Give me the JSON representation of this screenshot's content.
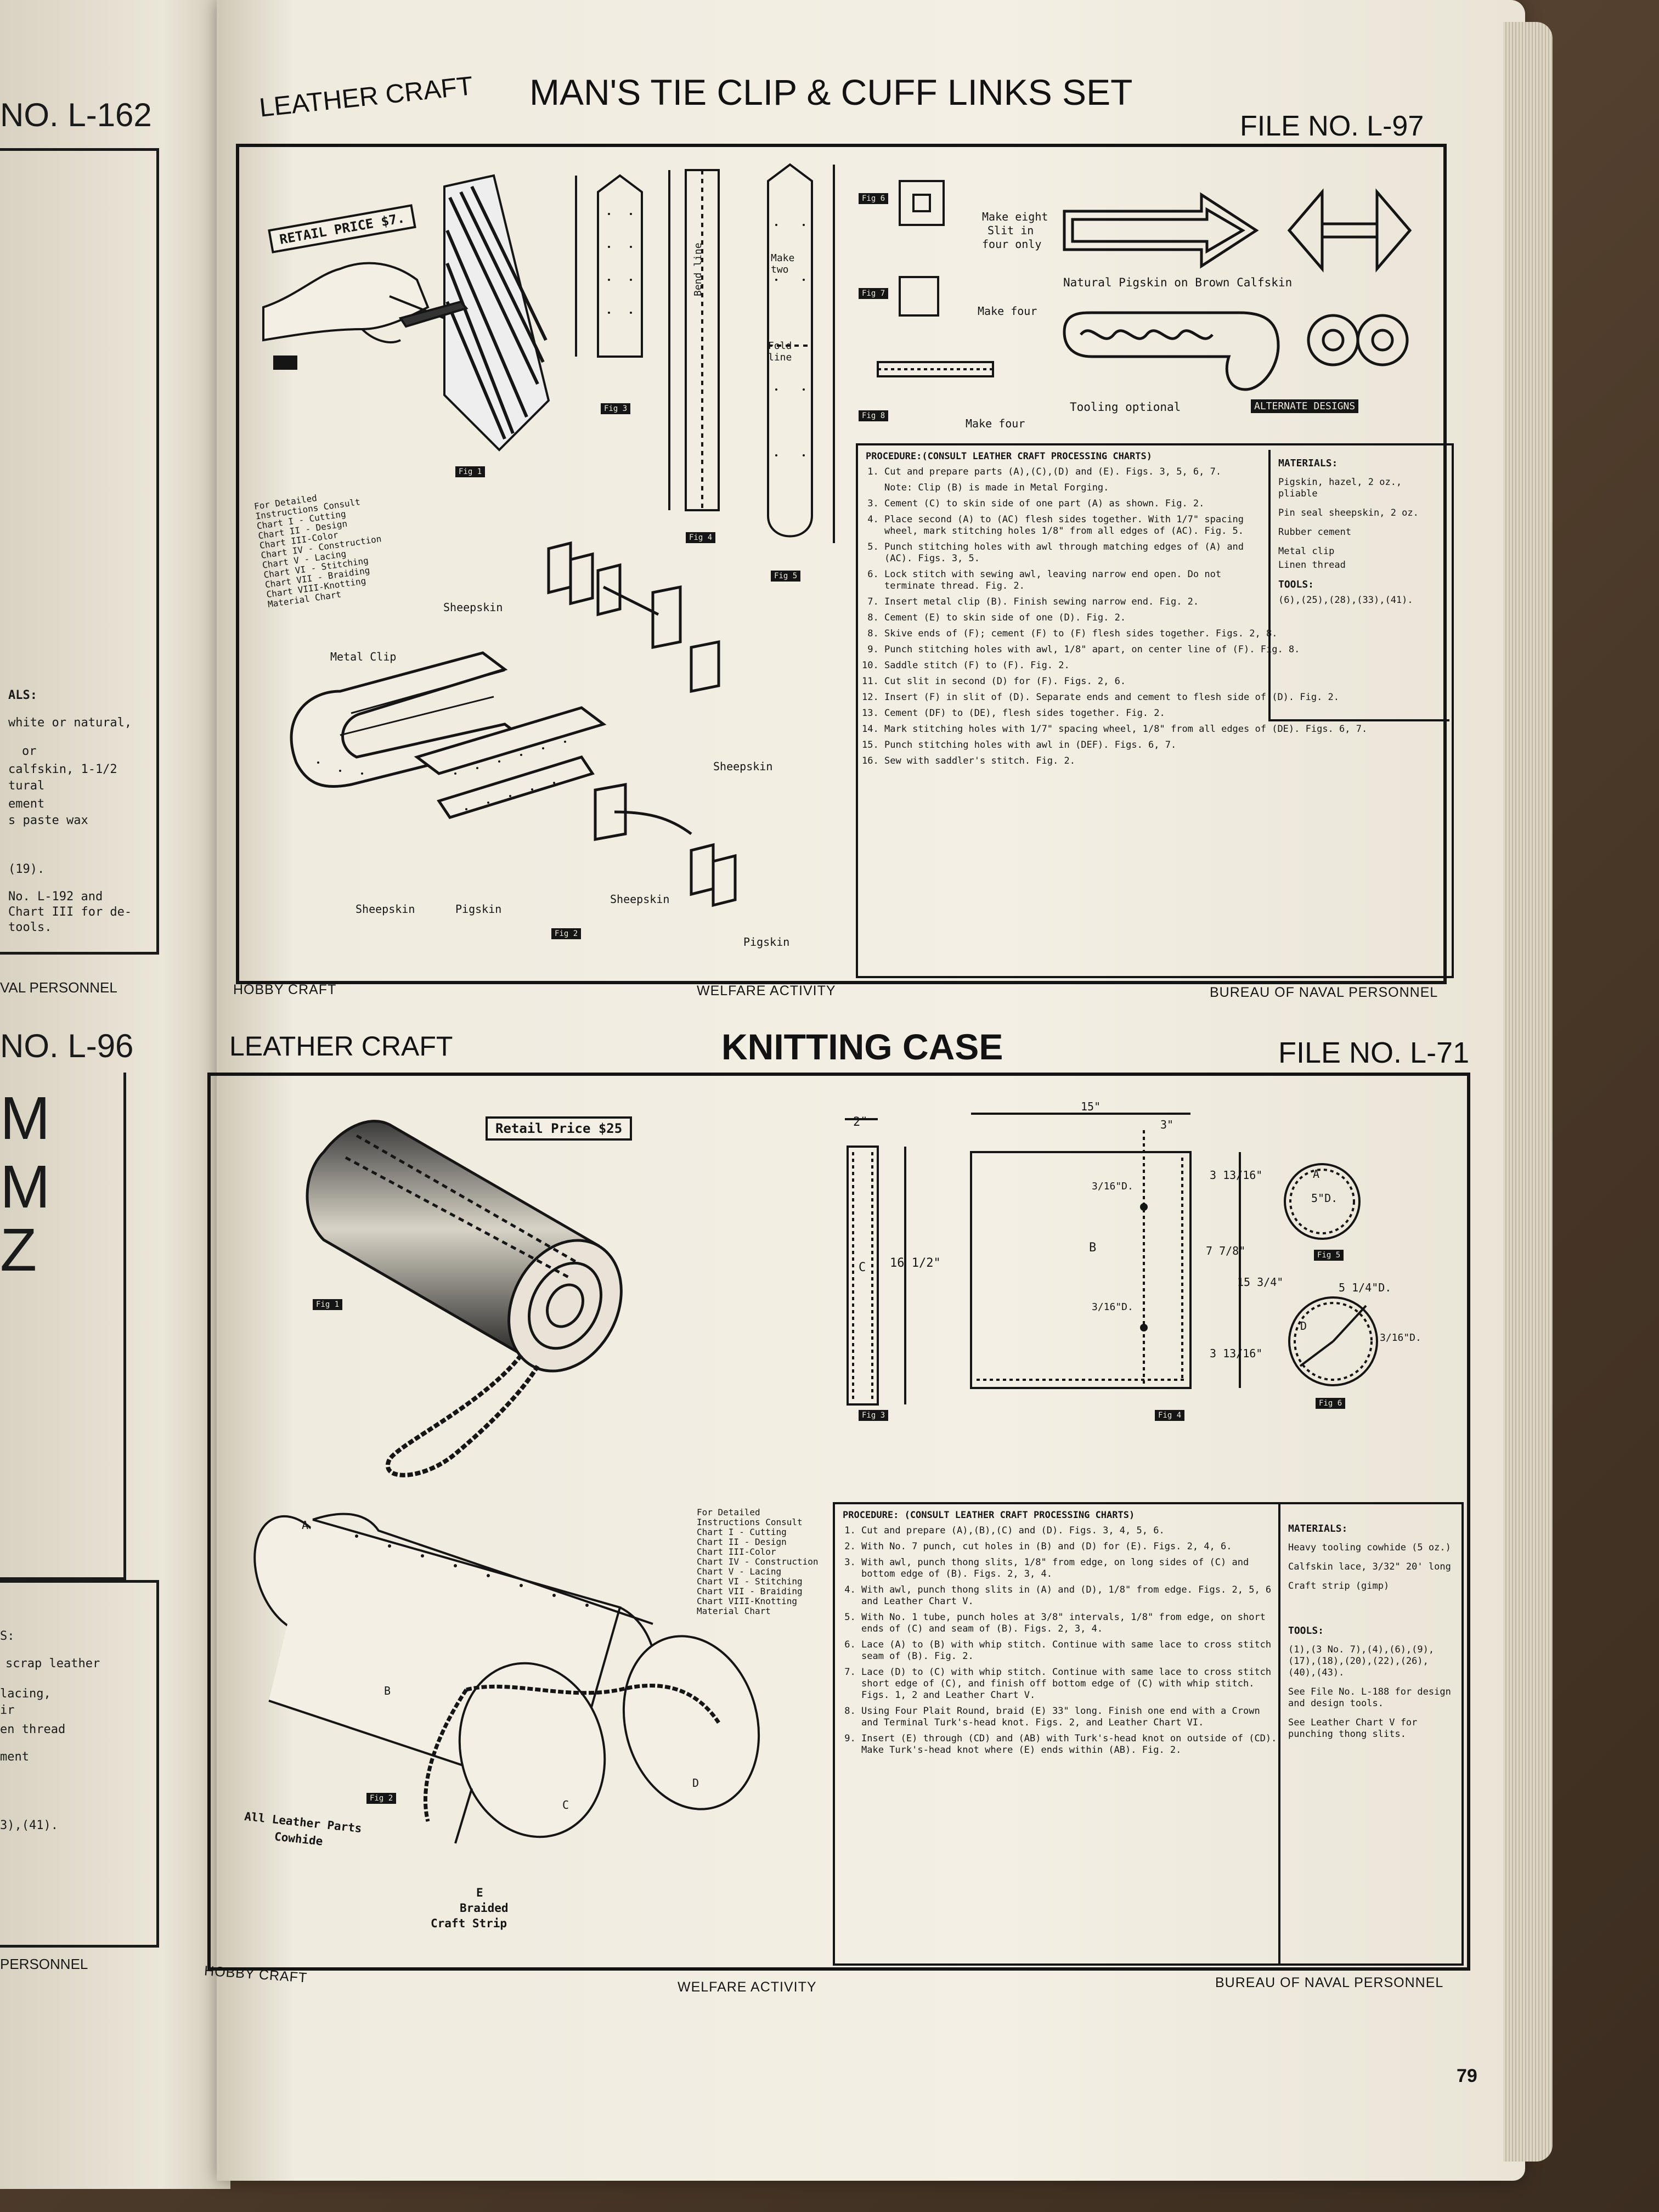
{
  "left_page": {
    "top_file": "NO. L-162",
    "mid_file": "NO. L-96",
    "footer_top": "VAL PERSONNEL",
    "footer_bottom": "PERSONNEL",
    "materials_header": "ALS:",
    "materials_lines": [
      "white or natural,",
      "or",
      "calfskin, 1-1/2",
      "tural",
      "ement",
      "s paste wax",
      "(19).",
      "No. L-192 and",
      "Chart III for de-",
      "tools."
    ],
    "lower_lines": [
      "S:",
      "scrap leather",
      "lacing,",
      "ir",
      "en thread",
      "ment",
      "3),(41)."
    ],
    "letters": [
      "M",
      "M",
      "Z"
    ]
  },
  "top_sheet": {
    "category": "LEATHER CRAFT",
    "title": "MAN'S TIE CLIP & CUFF LINKS SET",
    "file_no": "FILE NO. L-97",
    "retail_price": "RETAIL PRICE $7.",
    "detail_note": [
      "For Detailed",
      "Instructions Consult",
      "Chart I - Cutting",
      "Chart II - Design",
      "Chart III-Color",
      "Chart IV - Construction",
      "Chart V - Lacing",
      "Chart VI - Stitching",
      "Chart VII - Braiding",
      "Chart VIII-Knotting",
      "Material Chart"
    ],
    "labels": {
      "make_two": "Make two",
      "fold_line": "Fold line",
      "bend_line": "Bend line",
      "make_eight": "Make eight",
      "slit_in": "Slit in",
      "four_only": "four only",
      "make_four_e": "Make four",
      "make_four_f": "Make four",
      "natural_pigskin": "Natural Pigskin on Brown Calfskin",
      "tooling_optional": "Tooling optional",
      "alternate_designs": "ALTERNATE DESIGNS",
      "sheepskin_a": "Sheepskin",
      "metal_clip": "Metal Clip",
      "sheepskin_bottom": "Sheepskin",
      "pigskin_c": "Pigskin",
      "sheepskin_f": "Sheepskin",
      "pigskin_e": "Pigskin",
      "sheepskin_d": "Sheepskin"
    },
    "fig_labels": [
      "Fig 1",
      "Fig 2",
      "Fig 3",
      "Fig 4",
      "Fig 5",
      "Fig 6",
      "Fig 7",
      "Fig 8"
    ],
    "procedure_header": "PROCEDURE:(CONSULT LEATHER CRAFT PROCESSING CHARTS)",
    "procedure": [
      "Cut and prepare parts (A),(C),(D) and (E). Figs. 3, 5, 6, 7.",
      "Note: Clip (B) is made in Metal Forging.",
      "Cement (C) to skin side of one part (A) as shown. Fig. 2.",
      "Place second (A) to (AC) flesh sides together. With 1/7\" spacing wheel, mark stitching holes 1/8\" from all edges of (AC). Fig. 5.",
      "Punch stitching holes with awl through matching edges of (A) and (AC). Figs. 3, 5.",
      "Lock stitch with sewing awl, leaving narrow end open. Do not terminate thread. Fig. 2.",
      "Insert metal clip (B). Finish sewing narrow end. Fig. 2.",
      "Cement (E) to skin side of one (D). Fig. 2.",
      "Skive ends of (F); cement (F) to (F) flesh sides together. Figs. 2, 8.",
      "Punch stitching holes with awl, 1/8\" apart, on center line of (F). Fig. 8.",
      "Saddle stitch (F) to (F). Fig. 2.",
      "Cut slit in second (D) for (F). Figs. 2, 6.",
      "Insert (F) in slit of (D). Separate ends and cement to flesh side of (D). Fig. 2.",
      "Cement (DF) to (DE), flesh sides together. Fig. 2.",
      "Mark stitching holes with 1/7\" spacing wheel, 1/8\" from all edges of (DE). Figs. 6, 7.",
      "Punch stitching holes with awl in (DEF). Figs. 6, 7.",
      "Sew with saddler's stitch. Fig. 2."
    ],
    "materials_header": "MATERIALS:",
    "materials": [
      "Pigskin, hazel, 2 oz., pliable",
      "Pin seal sheepskin, 2 oz.",
      "Rubber cement",
      "Metal clip",
      "Linen thread"
    ],
    "tools_header": "TOOLS:",
    "tools": "(6),(25),(28),(33),(41).",
    "footer_left": "HOBBY CRAFT",
    "footer_center": "WELFARE ACTIVITY",
    "footer_right": "BUREAU OF NAVAL PERSONNEL"
  },
  "bottom_sheet": {
    "category": "LEATHER CRAFT",
    "title": "KNITTING CASE",
    "file_no": "FILE NO. L-71",
    "retail_price": "Retail Price $25",
    "detail_note": [
      "For Detailed",
      "Instructions Consult",
      "Chart I - Cutting",
      "Chart II - Design",
      "Chart III-Color",
      "Chart IV - Construction",
      "Chart V - Lacing",
      "Chart VI - Stitching",
      "Chart VII - Braiding",
      "Chart VIII-Knotting",
      "Material Chart"
    ],
    "labels": {
      "all_leather": "All Leather Parts",
      "cowhide": "Cowhide",
      "braided": "Braided",
      "craft_strip": "Craft Strip"
    },
    "fig_labels": [
      "Fig 1",
      "Fig 2",
      "Fig 3",
      "Fig 4",
      "Fig 5",
      "Fig 6"
    ],
    "procedure_header": "PROCEDURE: (CONSULT LEATHER CRAFT PROCESSING CHARTS)",
    "procedure": [
      "Cut and prepare (A),(B),(C) and (D). Figs. 3, 4, 5, 6.",
      "With No. 7 punch, cut holes in (B) and (D) for (E). Figs. 2, 4, 6.",
      "With awl, punch thong slits, 1/8\" from edge, on long sides of (C) and bottom edge of (B). Figs. 2, 3, 4.",
      "With awl, punch thong slits in (A) and (D), 1/8\" from edge. Figs. 2, 5, 6 and Leather Chart V.",
      "With No. 1 tube, punch holes at 3/8\" intervals, 1/8\" from edge, on short ends of (C) and seam of (B). Figs. 2, 3, 4.",
      "Lace (A) to (B) with whip stitch. Continue with same lace to cross stitch seam of (B). Fig. 2.",
      "Lace (D) to (C) with whip stitch. Continue with same lace to cross stitch short edge of (C), and finish off bottom edge of (C) with whip stitch. Figs. 1, 2 and Leather Chart V.",
      "Using Four Plait Round, braid (E) 33\" long. Finish one end with a Crown and Terminal Turk's-head knot. Figs. 2, and Leather Chart VI.",
      "Insert (E) through (CD) and (AB) with Turk's-head knot on outside of (CD). Make Turk's-head knot where (E) ends within (AB). Fig. 2."
    ],
    "materials_header": "MATERIALS:",
    "materials": [
      "Heavy tooling cowhide (5 oz.)",
      "Calfskin lace, 3/32\" 20' long",
      "Craft strip (gimp)"
    ],
    "tools_header": "TOOLS:",
    "tools": [
      "(1),(3 No. 7),(4),(6),(9),(17),(18),(20),(22),(26),(40),(43).",
      "See File No. L-188 for design and design tools.",
      "See Leather Chart V for punching thong slits."
    ],
    "dims": {
      "w2": "2\"",
      "h16": "16 1/2\"",
      "w15": "15\"",
      "w3": "3\"",
      "d316a": "3/16\"D.",
      "d316b": "3/16\"D.",
      "r3": "3 13/16\"",
      "r7": "7 7/8\"",
      "r15": "15 3/4\"",
      "r3b": "3 13/16\"",
      "a5d": "5\"D.",
      "d514": "5 1/4\"D.",
      "d316c": "3/16\"D."
    },
    "footer_left": "HOBBY CRAFT",
    "footer_center": "WELFARE ACTIVITY",
    "footer_right": "BUREAU OF NAVAL PERSONNEL"
  },
  "page_number": "79"
}
